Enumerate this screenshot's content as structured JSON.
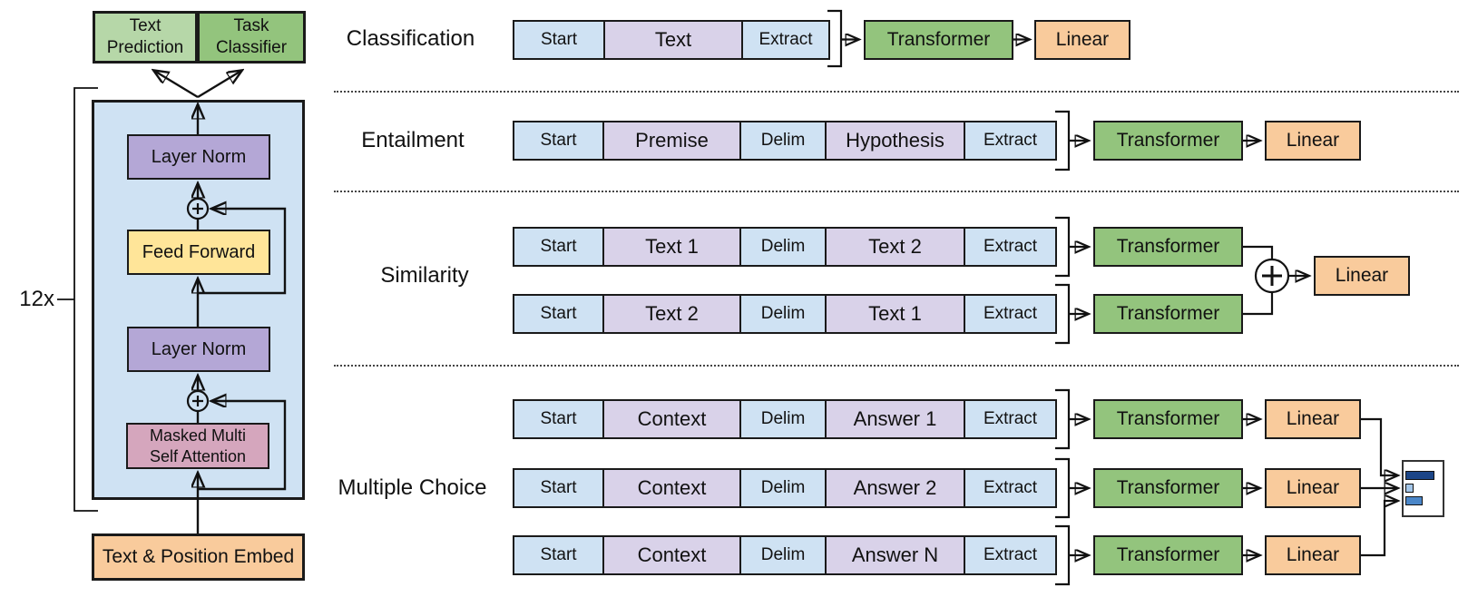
{
  "figure": "Transformer language model architecture and task-specific input transformations",
  "icons": {
    "plus": "+"
  },
  "colors": {
    "token_blue": "#cfe2f3",
    "token_purple": "#d9d2e9",
    "green_light": "#b6d7a8",
    "green": "#93c47d",
    "purple": "#b4a7d6",
    "yellow": "#ffe599",
    "pink": "#d5a6bd",
    "orange": "#f9cb9c",
    "dist_bar_dark_blue": "#1c4587",
    "dist_bar_light_blue": "#a4c6e8",
    "dist_bar_mid_blue": "#4a86c8"
  },
  "left_diagram": {
    "repeat_label": "12x",
    "text_prediction": "Text Prediction",
    "task_classifier": "Task Classifier",
    "layer_norm_top": "Layer Norm",
    "feed_forward": "Feed Forward",
    "layer_norm_bottom": "Layer Norm",
    "masked_attention": "Masked Multi Self Attention",
    "embed": "Text & Position Embed"
  },
  "tasks": {
    "classification": {
      "label": "Classification",
      "tokens": [
        "Start",
        "Text",
        "Extract"
      ],
      "transformer": "Transformer",
      "linear": "Linear"
    },
    "entailment": {
      "label": "Entailment",
      "tokens": [
        "Start",
        "Premise",
        "Delim",
        "Hypothesis",
        "Extract"
      ],
      "transformer": "Transformer",
      "linear": "Linear"
    },
    "similarity": {
      "label": "Similarity",
      "rows": [
        [
          "Start",
          "Text 1",
          "Delim",
          "Text 2",
          "Extract"
        ],
        [
          "Start",
          "Text 2",
          "Delim",
          "Text 1",
          "Extract"
        ]
      ],
      "transformer": "Transformer",
      "linear": "Linear"
    },
    "multiple_choice": {
      "label": "Multiple Choice",
      "rows": [
        [
          "Start",
          "Context",
          "Delim",
          "Answer 1",
          "Extract"
        ],
        [
          "Start",
          "Context",
          "Delim",
          "Answer 2",
          "Extract"
        ],
        [
          "Start",
          "Context",
          "Delim",
          "Answer N",
          "Extract"
        ]
      ],
      "transformer": "Transformer",
      "linear": "Linear"
    }
  }
}
